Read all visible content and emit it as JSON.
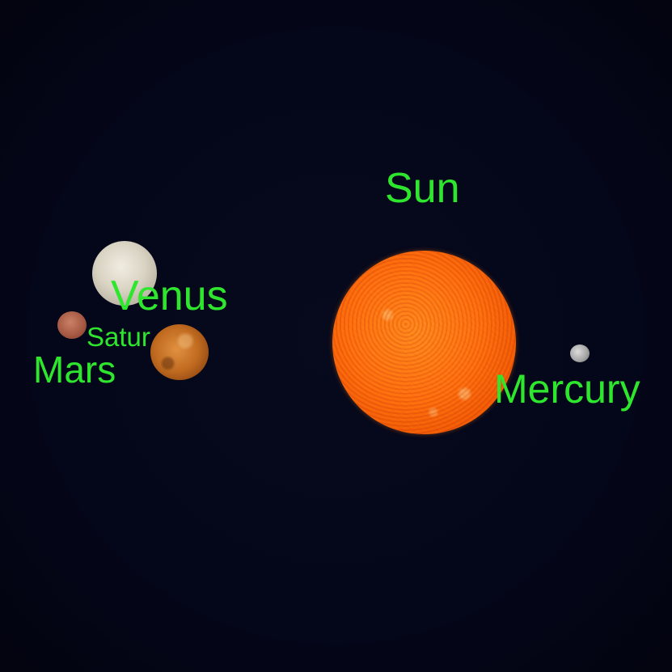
{
  "labels": {
    "sun": "Sun",
    "venus": "Venus",
    "saturn": "Satur",
    "mars": "Mars",
    "mercury": "Mercury"
  },
  "colors": {
    "background": "#050716",
    "label": "#2ee62e",
    "sun": "#ff7410",
    "venus": "#d9d3c3",
    "mars": "#a85a44",
    "saturn": "#c06a20",
    "mercury": "#a8a8a8"
  }
}
